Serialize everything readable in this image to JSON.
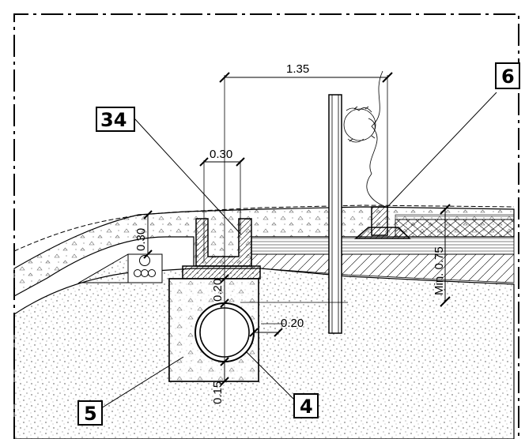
{
  "dimensions": {
    "span_top": "1.35",
    "channel_width": "0.30",
    "left_depth": "0.30",
    "min_depth": "Min. 0.75",
    "top_cover": "0.20",
    "side_cover": "0.20",
    "bottom_cover": "0.15"
  },
  "callouts": {
    "c34": "34",
    "c6": "6",
    "c5": "5",
    "c4": "4"
  },
  "colors": {
    "line": "#000000",
    "gravel_dots": "#555555",
    "background": "#ffffff"
  }
}
